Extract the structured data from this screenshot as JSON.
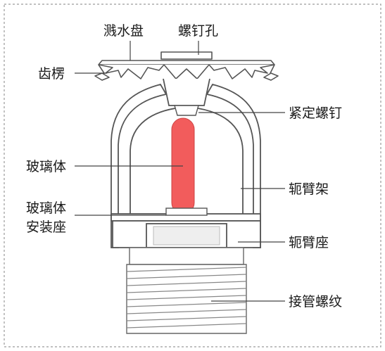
{
  "labels": {
    "deflector": "溅水盘",
    "screw_hole": "螺钉孔",
    "teeth": "齿楞",
    "set_screw": "紧定螺钉",
    "glass_bulb": "玻璃体",
    "frame_arm": "轭臂架",
    "bulb_seat_line1": "玻璃体",
    "bulb_seat_line2": "安装座",
    "frame_base": "轭臂座",
    "thread": "接管螺纹"
  },
  "colors": {
    "bulb": "#f25c5c",
    "line": "#555555",
    "border": "#999999",
    "frame_fill": "#ffffff"
  }
}
